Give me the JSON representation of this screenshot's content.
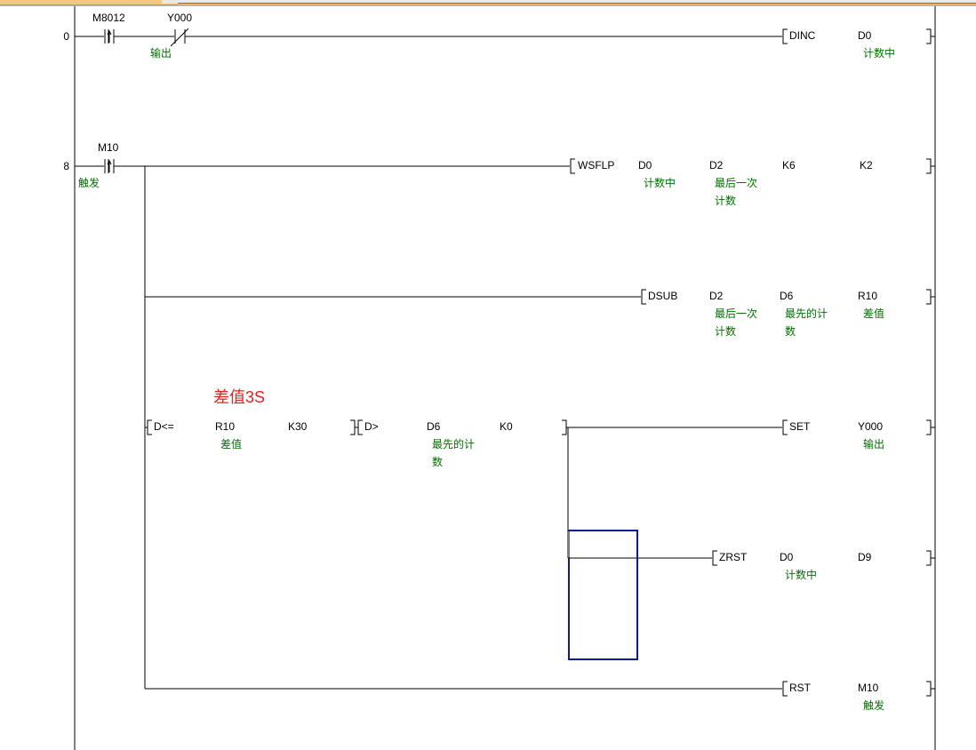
{
  "rungs": [
    {
      "step": "0",
      "contacts": [
        {
          "device": "M8012",
          "type": "rising-edge",
          "comment": ""
        },
        {
          "device": "Y000",
          "type": "normally-closed",
          "comment": "输出"
        }
      ],
      "outputs": [
        {
          "instruction": "DINC",
          "operands": [
            {
              "device": "D0",
              "comment": "计数中"
            }
          ]
        }
      ]
    },
    {
      "step": "8",
      "contacts": [
        {
          "device": "M10",
          "type": "rising-edge",
          "comment": "触发"
        }
      ],
      "outputs": [
        {
          "instruction": "WSFLP",
          "operands": [
            {
              "device": "D0",
              "comment": "计数中"
            },
            {
              "device": "D2",
              "comment_line1": "最后一次",
              "comment_line2": "计数"
            },
            {
              "device": "K6"
            },
            {
              "device": "K2"
            }
          ]
        },
        {
          "instruction": "DSUB",
          "operands": [
            {
              "device": "D2",
              "comment_line1": "最后一次",
              "comment_line2": "计数"
            },
            {
              "device": "D6",
              "comment_line1": "最先的计",
              "comment_line2": "数"
            },
            {
              "device": "R10",
              "comment": "差值"
            }
          ]
        },
        {
          "instruction": "SET",
          "operands": [
            {
              "device": "Y000",
              "comment": "输出"
            }
          ]
        },
        {
          "instruction": "ZRST",
          "operands": [
            {
              "device": "D0",
              "comment": "计数中"
            },
            {
              "device": "D9"
            }
          ]
        },
        {
          "instruction": "RST",
          "operands": [
            {
              "device": "M10",
              "comment": "触发"
            }
          ]
        }
      ],
      "compares": [
        {
          "instruction": "D<=",
          "operands": [
            {
              "device": "R10",
              "comment": "差值"
            },
            {
              "device": "K30"
            }
          ]
        },
        {
          "instruction": "D>",
          "operands": [
            {
              "device": "D6",
              "comment_line1": "最先的计",
              "comment_line2": "数"
            },
            {
              "device": "K0"
            }
          ]
        }
      ],
      "statement_note": "差值3S"
    }
  ],
  "colors": {
    "comment": "#007000",
    "note": "#e82020",
    "cursor": "#0a1a9c",
    "ladder": "#000000"
  }
}
